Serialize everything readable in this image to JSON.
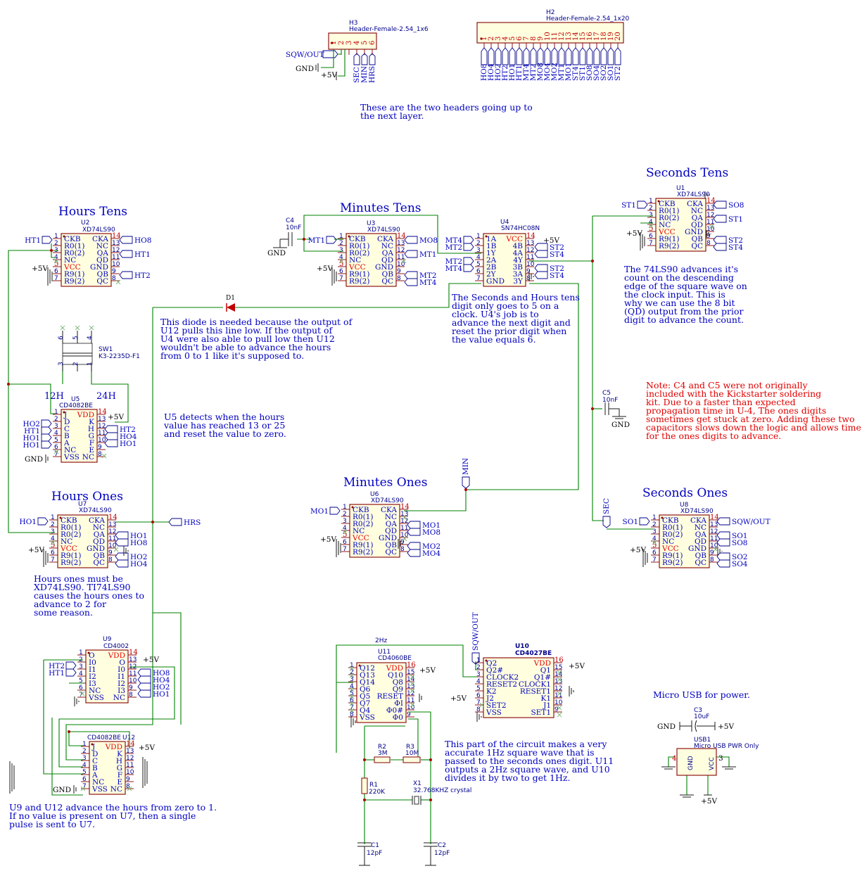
{
  "ic74": {
    "left_pins": [
      "CKB",
      "R0(1)",
      "R0(2)",
      "NC",
      "VCC",
      "R9(1)",
      "R9(2)"
    ],
    "right_pins": [
      "CKA",
      "NC",
      "QA",
      "QD",
      "GND",
      "QB",
      "QC"
    ],
    "left_nums": [
      "1",
      "2",
      "3",
      "4",
      "5",
      "6",
      "7"
    ],
    "right_nums": [
      "14",
      "13",
      "12",
      "11",
      "10",
      "9",
      "8"
    ],
    "part": "XD74LS90"
  },
  "sections": {
    "hours_tens": "Hours Tens",
    "minutes_tens": "Minutes Tens",
    "seconds_tens": "Seconds Tens",
    "hours_ones": "Hours Ones",
    "minutes_ones": "Minutes Ones",
    "seconds_ones": "Seconds Ones"
  },
  "ref": {
    "u1": "U1",
    "u2": "U2",
    "u3": "U3",
    "u4": "U4",
    "u5": "U5",
    "u6": "U6",
    "u7": "U7",
    "u8": "U8",
    "u9": "U9",
    "u10": "U10",
    "u11": "U11",
    "u12": "U12",
    "h2": "H2",
    "h3": "H3",
    "c1": "C1",
    "c2": "C2",
    "c3": "C3",
    "c4": "C4",
    "c5": "C5",
    "d1": "D1",
    "r1": "R1",
    "r2": "R2",
    "r3": "R3",
    "x1": "X1",
    "sw1": "SW1",
    "usb1": "USB1"
  },
  "values": {
    "h2": "Header-Female-2.54_1x20",
    "h3": "Header-Female-2.54_1x6",
    "u4": "SN74HC08N",
    "u5": "CD4082BE",
    "u9": "CD4002",
    "u10": "CD4027BE",
    "u11": "CD4060BE",
    "u12": "CD4082BE",
    "sw1": "K3-2235D-F1",
    "c1": "12pF",
    "c2": "12pF",
    "c3": "10uF",
    "c4": "10nF",
    "c5": "10nF",
    "r1": "220K",
    "r2": "3M",
    "r3": "10M",
    "x1": "32.768KHZ crystal",
    "usb1": "Micro USB PWR Only"
  },
  "h2": {
    "pins": [
      "1",
      "2",
      "3",
      "4",
      "5",
      "6",
      "7",
      "8",
      "9",
      "10",
      "11",
      "12",
      "13",
      "14",
      "15",
      "16",
      "17",
      "18",
      "19",
      "20"
    ],
    "nets": [
      "HO8",
      "HO4",
      "HO2",
      "HT2",
      "HO1",
      "HT1",
      "MT4",
      "MT2",
      "MO8",
      "MO4",
      "MO2",
      "MT1",
      "MO1",
      "ST4",
      "ST1",
      "SO8",
      "SO4",
      "SO2",
      "SO1",
      "ST2"
    ]
  },
  "h3": {
    "pins": [
      "1",
      "2",
      "3",
      "4",
      "5",
      "6"
    ],
    "nets": [
      "SEC",
      "MIN",
      "HRS"
    ],
    "sqw": "SQW/OUT",
    "gnd": "GND",
    "vcc": "+5V"
  },
  "nets": {
    "gnd": "GND",
    "vcc": "+5V",
    "ht1": "HT1",
    "ht2": "HT2",
    "ho1": "HO1",
    "ho2": "HO2",
    "ho4": "HO4",
    "ho8": "HO8",
    "mt1": "MT1",
    "mt2": "MT2",
    "mt4": "MT4",
    "mo1": "MO1",
    "mo2": "MO2",
    "mo4": "MO4",
    "mo8": "MO8",
    "st1": "ST1",
    "st2": "ST2",
    "st4": "ST4",
    "so1": "SO1",
    "so2": "SO2",
    "so4": "SO4",
    "so8": "SO8",
    "sqw": "SQW/OUT",
    "hrs": "HRS",
    "min": "MIN",
    "sec": "SEC",
    "h12": "12H",
    "h24": "24H",
    "hz2": "2Hz"
  },
  "u4": {
    "left": [
      "1A",
      "1B",
      "1Y",
      "2A",
      "2B",
      "2Y",
      "GND"
    ],
    "left_nums": [
      "1",
      "2",
      "3",
      "4",
      "5",
      "6",
      "7"
    ],
    "right": [
      "VCC",
      "4B",
      "4A",
      "4Y",
      "3B",
      "3A",
      "3Y"
    ],
    "right_nums": [
      "14",
      "13",
      "12",
      "11",
      "10",
      "9",
      "8"
    ]
  },
  "u5": {
    "left": [
      "J",
      "D",
      "C",
      "B",
      "A",
      "NC",
      "VSS"
    ],
    "left_nums": [
      "1",
      "2",
      "3",
      "4",
      "5",
      "6",
      "7"
    ],
    "right": [
      "VDD",
      "K",
      "H",
      "G",
      "F",
      "E",
      "NC"
    ],
    "right_nums": [
      "14",
      "13",
      "12",
      "11",
      "10",
      "9",
      "8"
    ]
  },
  "u9": {
    "left": [
      "O",
      "I0",
      "I1",
      "I2",
      "I3",
      "NC",
      "VSS"
    ],
    "left_nums": [
      "1",
      "2",
      "3",
      "4",
      "5",
      "6",
      "7"
    ],
    "right": [
      "VDD",
      "O",
      "I0",
      "I1",
      "I2",
      "I3",
      "NC"
    ],
    "right_nums": [
      "14",
      "13",
      "12",
      "11",
      "10",
      "9",
      "8"
    ]
  },
  "u11": {
    "left": [
      "Q12",
      "Q13",
      "Q14",
      "Q6",
      "Q5",
      "Q7",
      "Q4",
      "VSS"
    ],
    "left_nums": [
      "1",
      "2",
      "3",
      "4",
      "5",
      "6",
      "7",
      "8"
    ],
    "right": [
      "VDD",
      "Q10",
      "Q8",
      "Q9",
      "RESET",
      "ΦI",
      "Φ0#",
      "Φ0"
    ],
    "right_nums": [
      "16",
      "15",
      "14",
      "13",
      "12",
      "11",
      "10",
      "9"
    ]
  },
  "u10": {
    "left": [
      "Q2",
      "Q2#",
      "CLOCK2",
      "RESET2",
      "K2",
      "J2",
      "SET2",
      "VSS"
    ],
    "left_nums": [
      "1",
      "2",
      "3",
      "4",
      "5",
      "6",
      "7",
      "8"
    ],
    "right": [
      "VDD",
      "Q1",
      "Q1#",
      "CLOCK1",
      "RESET1",
      "K1",
      "J1",
      "SET1"
    ],
    "right_nums": [
      "16",
      "15",
      "14",
      "13",
      "12",
      "11",
      "10",
      "9"
    ]
  },
  "u12": {
    "left": [
      "J",
      "D",
      "C",
      "B",
      "A",
      "NC",
      "VSS"
    ],
    "left_nums": [
      "1",
      "2",
      "3",
      "4",
      "5",
      "6",
      "7"
    ],
    "right": [
      "VDD",
      "K",
      "H",
      "G",
      "F",
      "E",
      "NC"
    ],
    "right_nums": [
      "14",
      "13",
      "12",
      "11",
      "10",
      "9",
      "8"
    ]
  },
  "usb": {
    "gnd": "GND",
    "vcc": "VCC",
    "pin_gnd": "4",
    "pin_vcc": "3"
  },
  "sw_pins": [
    "6",
    "5",
    "4",
    "1",
    "2",
    "3"
  ],
  "notes": {
    "headers": [
      "These are the two headers going up to",
      "the next layer."
    ],
    "ls90": [
      "The 74LS90 advances it's",
      "count on the descending",
      "edge of the square wave on",
      "the clock input. This is",
      "why we can use the 8 bit",
      "(QD) output from the prior",
      "digit to advance the count."
    ],
    "u4": [
      "The Seconds and Hours tens",
      "digit only goes to 5 on a",
      "clock. U4's job is to",
      "advance the next digit and",
      "reset the prior digit when",
      "the value equals 6."
    ],
    "diode": [
      "This diode is needed because the output of",
      "U12 pulls this line low. If the output of",
      "U4 were also able to pull low then U12",
      "wouldn't be able to advance the hours",
      "from 0 to 1 like it's supposed to."
    ],
    "u5": [
      "U5 detects when the hours",
      "value has reached 13 or 25",
      "and reset the value to zero."
    ],
    "caps": [
      "Note: C4 and C5 were not originally",
      "included with the Kickstarter soldering",
      "kit. Due to a faster than expected",
      "propagation time in U-4, The ones digits",
      "sometimes get stuck at zero. Adding these two",
      "capacitors slows down the logic and allows time",
      "for the ones digits to advance."
    ],
    "hours_ones": [
      "Hours ones must be",
      "XD74LS90. TI74LS90",
      "causes the hours ones to",
      "advance to 2 for",
      "some reason."
    ],
    "u9u12": [
      "U9 and U12 advance the hours from zero to 1.",
      "If no value is present on U7, then a single",
      "pulse is sent to U7."
    ],
    "osc": [
      "This part of the circuit makes a very",
      "accurate 1Hz square wave that is",
      "passed to the seconds ones digit. U11",
      "outputs a 2Hz square wave, and U10",
      "divides it by two to get 1Hz."
    ],
    "usb": "Micro USB for power."
  }
}
